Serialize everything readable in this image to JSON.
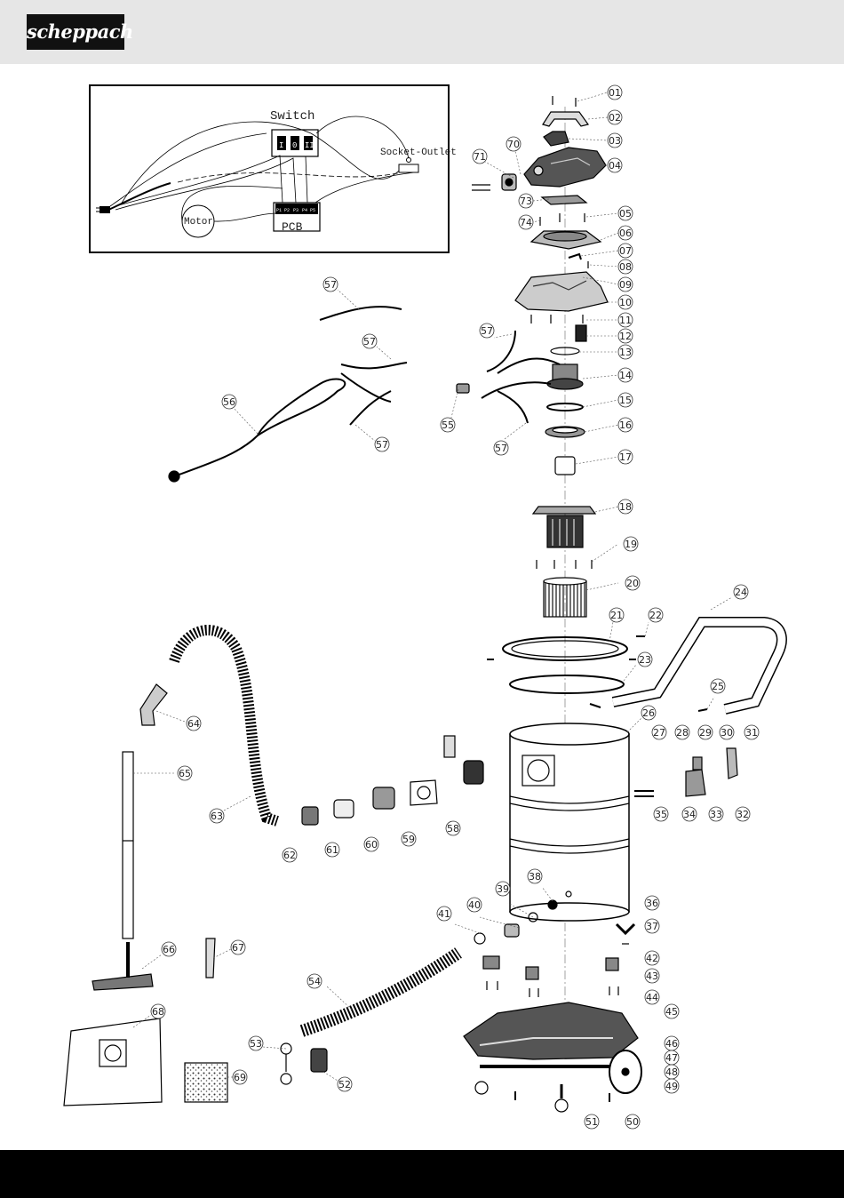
{
  "header": {
    "logo_text": "scheppach",
    "color": "#e6e6e6"
  },
  "wiring_diagram": {
    "switch_label": "Switch",
    "socket_label": "Socket-Outlet",
    "motor_label": "Motor",
    "pcb_label": "PCB",
    "switch_terminals": [
      "I",
      "0",
      "II"
    ],
    "pcb_pins": [
      "P1",
      "P2",
      "P3",
      "P4",
      "P5"
    ]
  },
  "part_labels": {
    "p01": "01",
    "p02": "02",
    "p03": "03",
    "p04": "04",
    "p05": "05",
    "p06": "06",
    "p07": "07",
    "p08": "08",
    "p09": "09",
    "p10": "10",
    "p11": "11",
    "p12": "12",
    "p13": "13",
    "p14": "14",
    "p15": "15",
    "p16": "16",
    "p17": "17",
    "p18": "18",
    "p19": "19",
    "p20": "20",
    "p21": "21",
    "p22": "22",
    "p23": "23",
    "p24": "24",
    "p25": "25",
    "p26": "26",
    "p27": "27",
    "p28": "28",
    "p29": "29",
    "p30": "30",
    "p31": "31",
    "p32": "32",
    "p33": "33",
    "p34": "34",
    "p35": "35",
    "p36": "36",
    "p37": "37",
    "p38": "38",
    "p39": "39",
    "p40": "40",
    "p41": "41",
    "p42": "42",
    "p43": "43",
    "p44": "44",
    "p45": "45",
    "p46": "46",
    "p47": "47",
    "p48": "48",
    "p49": "49",
    "p50": "50",
    "p51": "51",
    "p52": "52",
    "p53": "53",
    "p54": "54",
    "p55": "55",
    "p56": "56",
    "p57": "57",
    "p58": "58",
    "p59": "59",
    "p60": "60",
    "p61": "61",
    "p62": "62",
    "p63": "63",
    "p64": "64",
    "p65": "65",
    "p66": "66",
    "p67": "67",
    "p68": "68",
    "p69": "69",
    "p70": "70",
    "p71": "71",
    "p73": "73",
    "p74": "74"
  }
}
